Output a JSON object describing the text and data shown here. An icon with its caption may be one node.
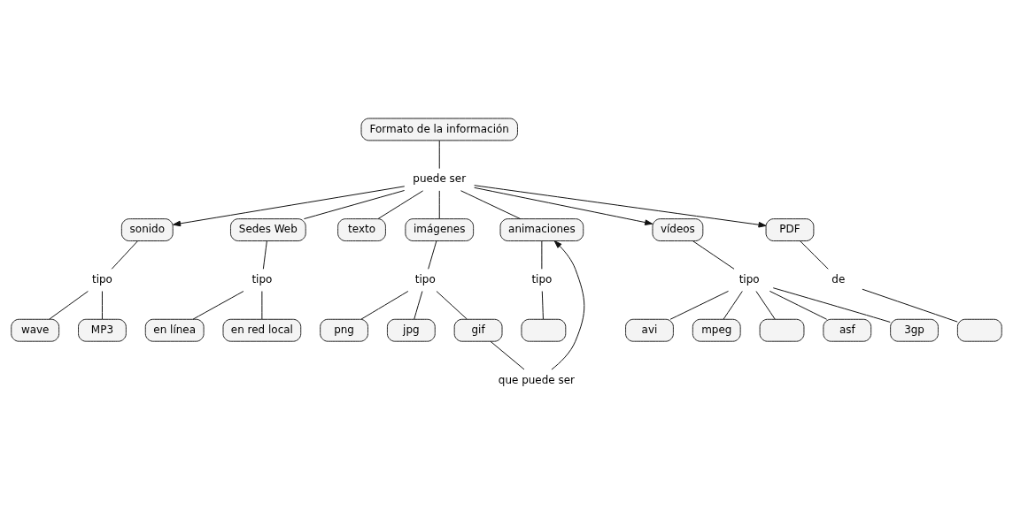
{
  "diagram": {
    "nodes": [
      {
        "text": [
          "Formato de la información"
        ]
      },
      {
        "text": [
          "puede ser"
        ]
      },
      {
        "text": [
          "sonido"
        ]
      },
      {
        "text": [
          "Sedes Web"
        ]
      },
      {
        "text": [
          "texto"
        ]
      },
      {
        "text": [
          "imágenes"
        ]
      },
      {
        "text": [
          "animaciones"
        ]
      },
      {
        "text": [
          "vídeos"
        ]
      },
      {
        "text": [
          "PDF"
        ]
      },
      {
        "text": [
          "tipo"
        ]
      },
      {
        "text": [
          "tipo"
        ]
      },
      {
        "text": [
          "tipo"
        ]
      },
      {
        "text": [
          "que puede ser"
        ]
      },
      {
        "text": [
          "tipo"
        ]
      },
      {
        "text": [
          "tipo"
        ]
      },
      {
        "text": [
          "de"
        ]
      },
      {
        "text": [
          "wave"
        ]
      },
      {
        "text": [
          "en línea"
        ]
      },
      {
        "text": [
          "en red local"
        ]
      },
      {
        "text": [
          "png"
        ]
      },
      {
        "text": [
          "jpg"
        ]
      },
      {
        "text": [
          "gif"
        ]
      },
      {
        "text": [
          "avi"
        ]
      },
      {
        "text": [],
        "shape": "box"
      },
      {
        "text": [
          "mpeg"
        ]
      },
      {
        "text": [
          "MP3"
        ]
      },
      {
        "text": [],
        "shape": "box"
      },
      {
        "text": [
          "asf"
        ]
      },
      {
        "text": [
          "3gp"
        ]
      },
      {
        "text": [],
        "shape": "box"
      }
    ],
    "edges": [
      {
        "from": 0,
        "to": 1,
        "arrow": "none"
      },
      {
        "from": 1,
        "to": 2,
        "arrow": "to"
      },
      {
        "from": 1,
        "to": 3,
        "arrow": "none"
      },
      {
        "from": 1,
        "to": 4,
        "arrow": "none"
      },
      {
        "from": 1,
        "to": 5,
        "arrow": "none"
      },
      {
        "from": 1,
        "to": 6,
        "arrow": "none"
      },
      {
        "from": 1,
        "to": 7,
        "arrow": "to"
      },
      {
        "from": 1,
        "to": 8,
        "arrow": "to"
      },
      {
        "from": 2,
        "to": 9,
        "arrow": "none"
      },
      {
        "from": 9,
        "to": 16,
        "arrow": "none"
      },
      {
        "from": 9,
        "to": 25,
        "arrow": "none"
      },
      {
        "from": 3,
        "to": 10,
        "arrow": "none"
      },
      {
        "from": 10,
        "to": 17,
        "arrow": "none"
      },
      {
        "from": 10,
        "to": 18,
        "arrow": "none"
      },
      {
        "from": 5,
        "to": 11,
        "arrow": "none"
      },
      {
        "from": 11,
        "to": 19,
        "arrow": "none"
      },
      {
        "from": 11,
        "to": 20,
        "arrow": "none"
      },
      {
        "from": 11,
        "to": 21,
        "arrow": "none"
      },
      {
        "from": 21,
        "to": 12,
        "arrow": "none"
      },
      {
        "from": 12,
        "to": 6,
        "arrow": "to"
      },
      {
        "from": 6,
        "to": 13,
        "arrow": "none"
      },
      {
        "from": 13,
        "to": 23,
        "arrow": "none"
      },
      {
        "from": 7,
        "to": 14,
        "arrow": "none"
      },
      {
        "from": 14,
        "to": 22,
        "arrow": "none"
      },
      {
        "from": 14,
        "to": 27,
        "arrow": "none"
      },
      {
        "from": 14,
        "to": 26,
        "arrow": "none"
      },
      {
        "from": 14,
        "to": 28,
        "arrow": "none"
      },
      {
        "from": 14,
        "to": 24,
        "arrow": "none"
      },
      {
        "from": 8,
        "to": 15,
        "arrow": "none"
      },
      {
        "from": 15,
        "to": 29,
        "arrow": "none"
      }
    ]
  }
}
